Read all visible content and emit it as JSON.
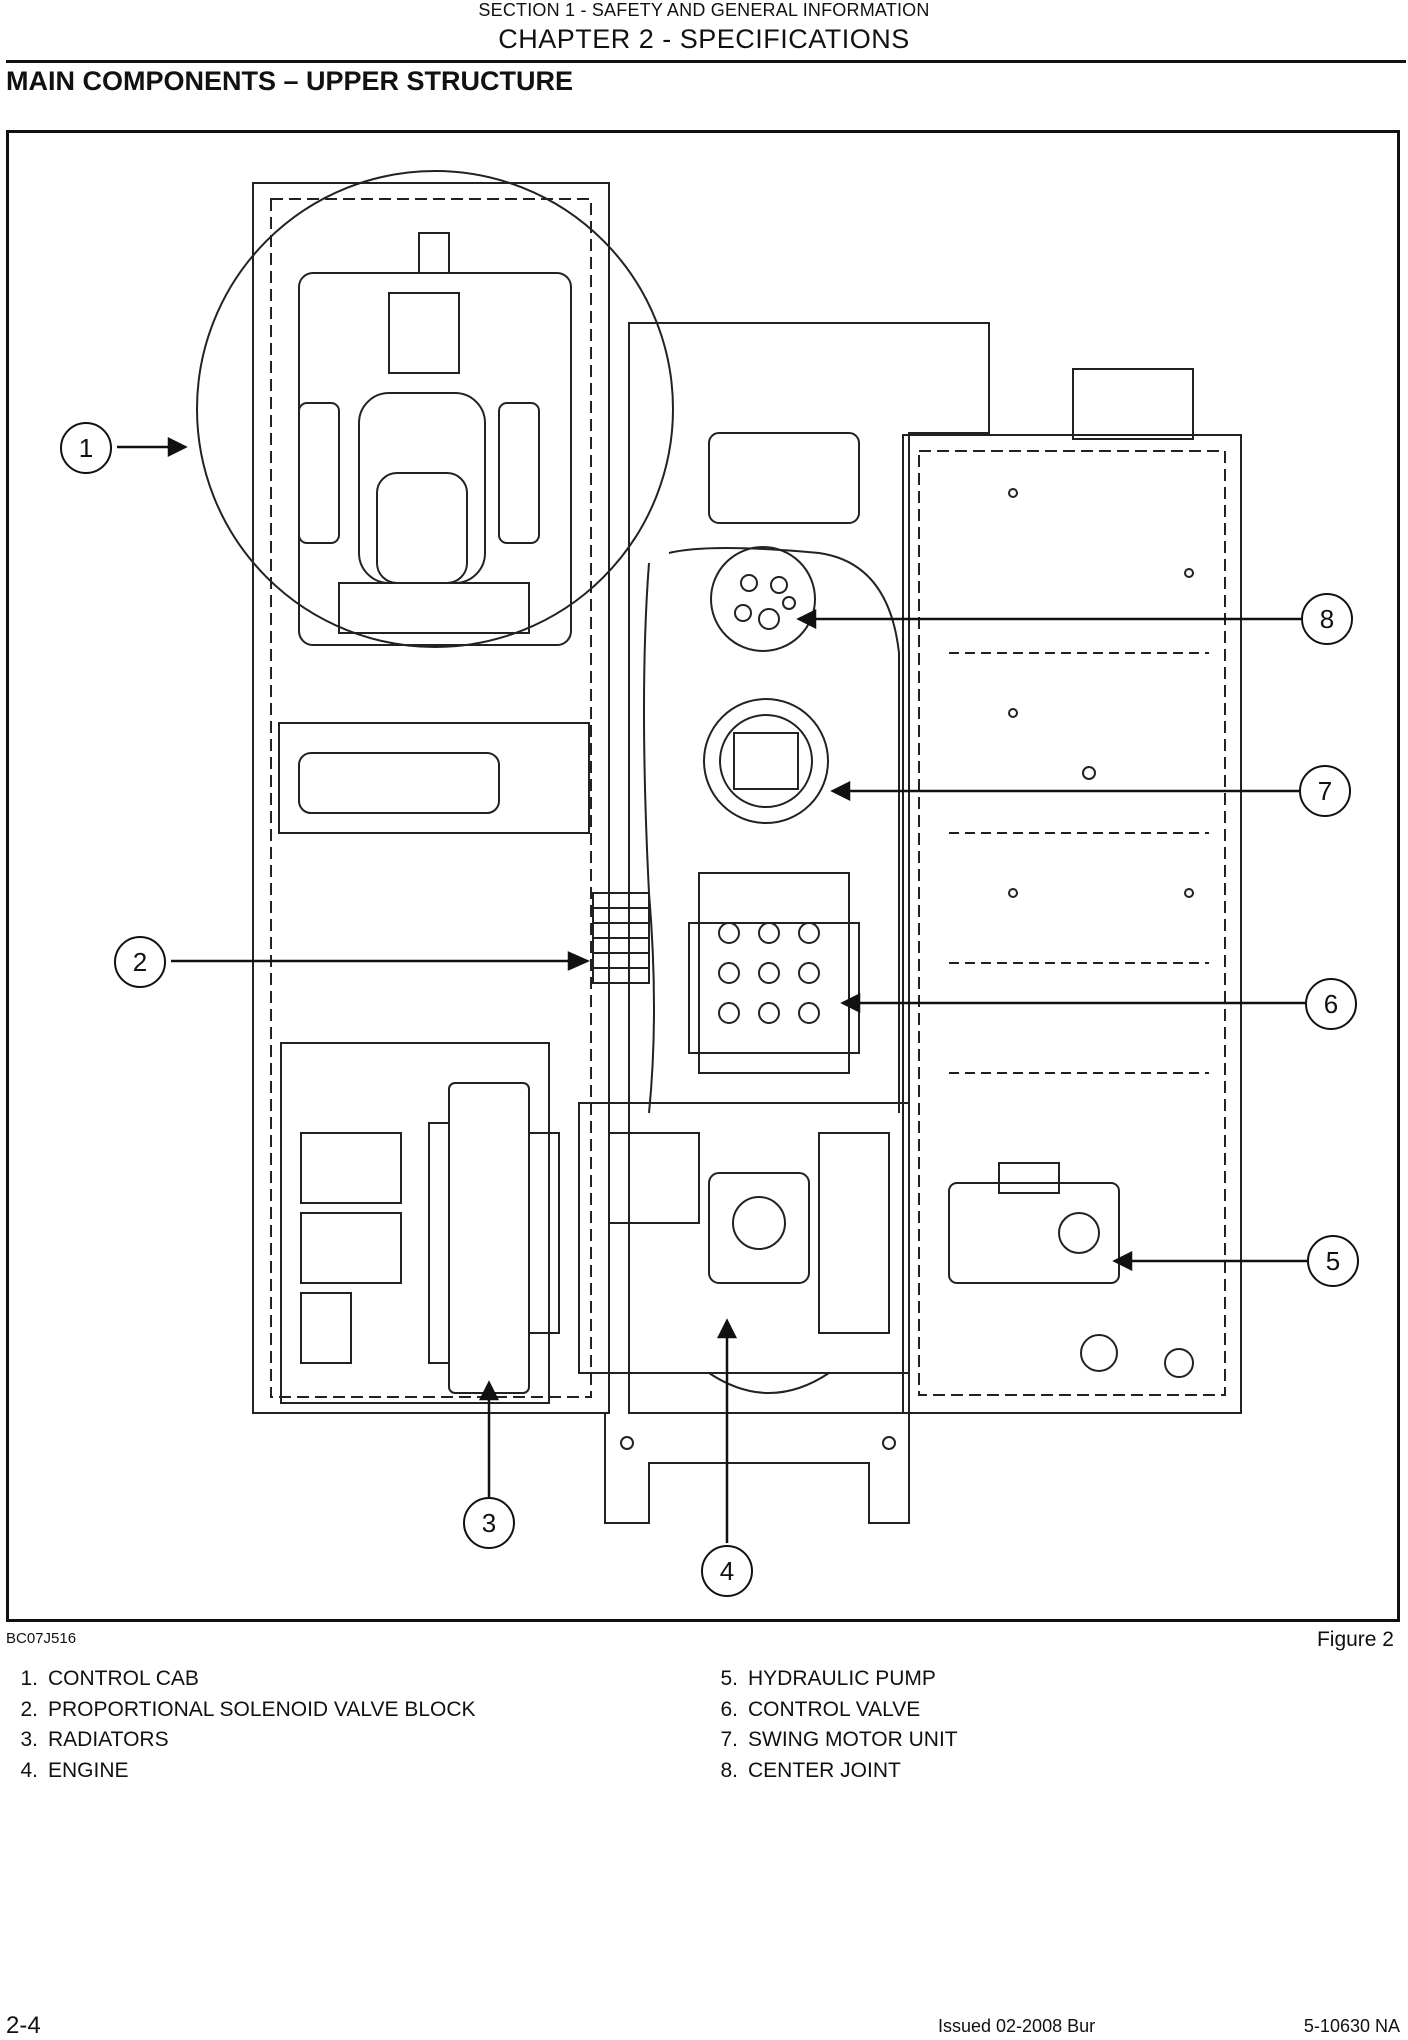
{
  "header": {
    "section": "SECTION 1 - SAFETY AND GENERAL INFORMATION",
    "chapter": "CHAPTER 2 - SPECIFICATIONS"
  },
  "section_title": "MAIN COMPONENTS – UPPER STRUCTURE",
  "figure": {
    "id": "BC07J516",
    "label": "Figure 2",
    "callouts": [
      "1",
      "2",
      "3",
      "4",
      "5",
      "6",
      "7",
      "8"
    ]
  },
  "legend": {
    "left": [
      {
        "num": "1.",
        "text": "CONTROL CAB"
      },
      {
        "num": "2.",
        "text": "PROPORTIONAL SOLENOID VALVE BLOCK"
      },
      {
        "num": "3.",
        "text": "RADIATORS"
      },
      {
        "num": "4.",
        "text": "ENGINE"
      }
    ],
    "right": [
      {
        "num": "5.",
        "text": "HYDRAULIC PUMP"
      },
      {
        "num": "6.",
        "text": "CONTROL VALVE"
      },
      {
        "num": "7.",
        "text": "SWING MOTOR UNIT"
      },
      {
        "num": "8.",
        "text": "CENTER JOINT"
      }
    ]
  },
  "footer": {
    "page": "2-4",
    "issued": "Issued 02-2008    Bur",
    "doc": "5-10630 NA"
  }
}
